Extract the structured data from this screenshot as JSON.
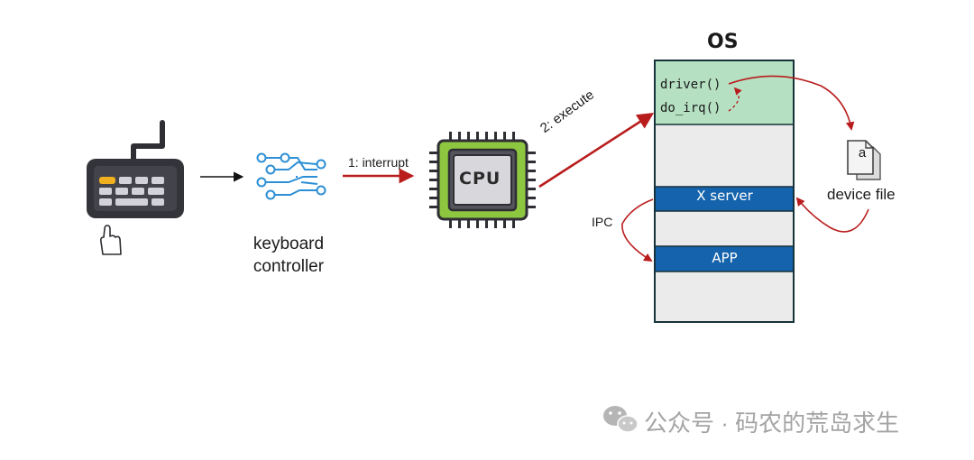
{
  "os": {
    "title": "OS",
    "driver_label": "driver()",
    "do_irq_label": "do_irq()",
    "x_server_label": "X server",
    "app_label": "APP"
  },
  "keyboard": {
    "icon": "keyboard-icon",
    "hand_icon": "pointing-hand-icon"
  },
  "keyboard_controller": {
    "icon": "circuit-icon",
    "label_line1": "keyboard",
    "label_line2": "controller"
  },
  "cpu": {
    "label": "CPU"
  },
  "arrows": {
    "interrupt_label": "1: interrupt",
    "execute_label": "2: execute",
    "ipc_label": "IPC"
  },
  "device_file": {
    "icon": "file-icon",
    "letter": "a",
    "label": "device file"
  },
  "watermark": {
    "icon": "wechat-icon",
    "text": "公众号 · 码农的荒岛求生"
  },
  "colors": {
    "arrow_red": "#b91c1c",
    "os_top_green": "#b5e0c2",
    "os_gray": "#ebebeb",
    "os_border": "#16323a",
    "band_blue": "#1463ac",
    "cpu_green": "#8dc63f",
    "blue_icon": "#2d8fd5"
  }
}
